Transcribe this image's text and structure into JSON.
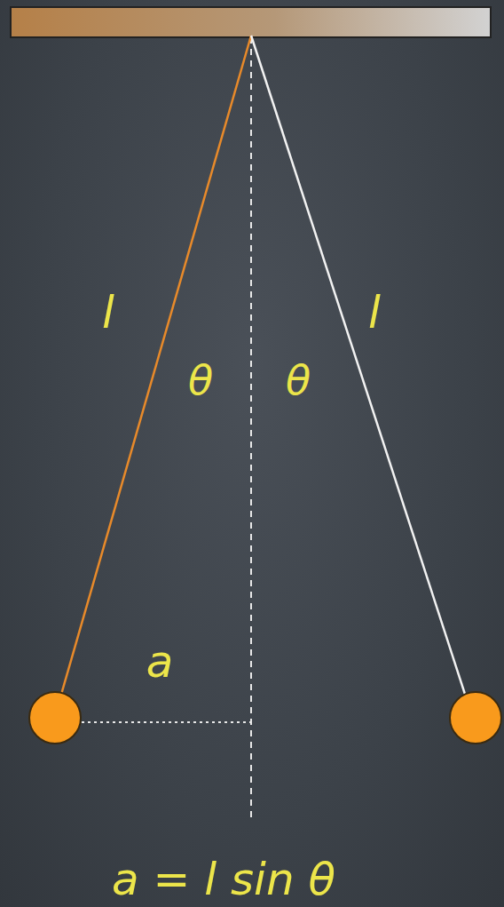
{
  "diagram": {
    "labels": [
      "l",
      "θ",
      "θ",
      "l",
      "a",
      "a = l sin θ"
    ]
  }
}
